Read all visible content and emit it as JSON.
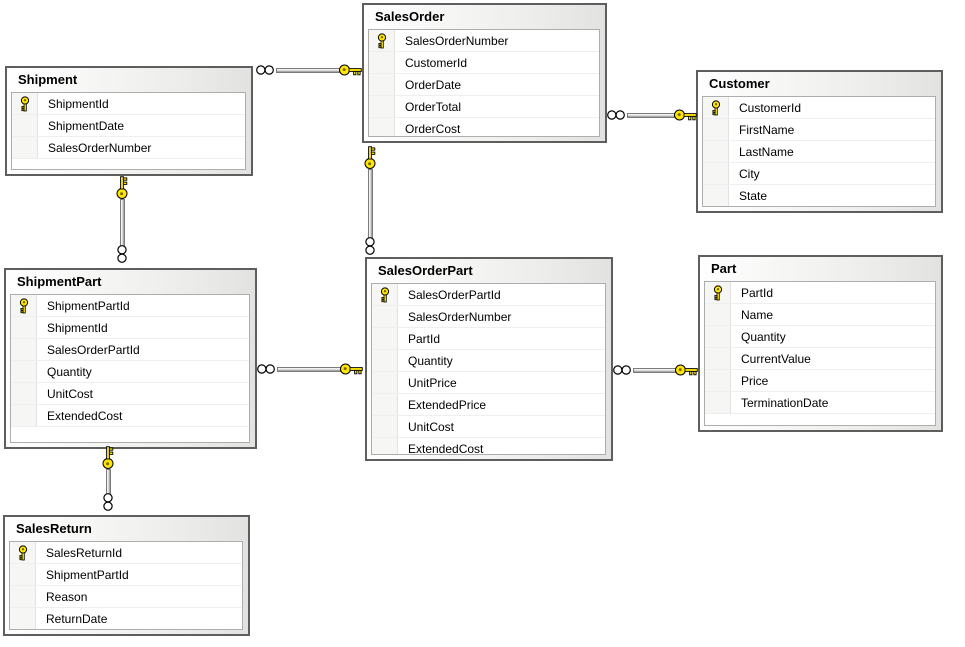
{
  "diagram": {
    "kind": "database-entity-relationship-diagram",
    "tables": {
      "salesOrder": {
        "title": "SalesOrder",
        "primary_key": "SalesOrderNumber",
        "columns": [
          "SalesOrderNumber",
          "CustomerId",
          "OrderDate",
          "OrderTotal",
          "OrderCost"
        ]
      },
      "shipment": {
        "title": "Shipment",
        "primary_key": "ShipmentId",
        "columns": [
          "ShipmentId",
          "ShipmentDate",
          "SalesOrderNumber"
        ]
      },
      "customer": {
        "title": "Customer",
        "primary_key": "CustomerId",
        "columns": [
          "CustomerId",
          "FirstName",
          "LastName",
          "City",
          "State"
        ]
      },
      "shipmentPart": {
        "title": "ShipmentPart",
        "primary_key": "ShipmentPartId",
        "columns": [
          "ShipmentPartId",
          "ShipmentId",
          "SalesOrderPartId",
          "Quantity",
          "UnitCost",
          "ExtendedCost"
        ]
      },
      "salesOrderPart": {
        "title": "SalesOrderPart",
        "primary_key": "SalesOrderPartId",
        "columns": [
          "SalesOrderPartId",
          "SalesOrderNumber",
          "PartId",
          "Quantity",
          "UnitPrice",
          "ExtendedPrice",
          "UnitCost",
          "ExtendedCost"
        ]
      },
      "part": {
        "title": "Part",
        "primary_key": "PartId",
        "columns": [
          "PartId",
          "Name",
          "Quantity",
          "CurrentValue",
          "Price",
          "TerminationDate"
        ]
      },
      "salesReturn": {
        "title": "SalesReturn",
        "primary_key": "SalesReturnId",
        "columns": [
          "SalesReturnId",
          "ShipmentPartId",
          "Reason",
          "ReturnDate"
        ]
      }
    },
    "relationships": [
      {
        "one": "SalesOrder",
        "many": "Shipment",
        "one_end_symbol": "key",
        "many_end_symbol": "infinity"
      },
      {
        "one": "Customer",
        "many": "SalesOrder",
        "one_end_symbol": "key",
        "many_end_symbol": "infinity"
      },
      {
        "one": "SalesOrder",
        "many": "SalesOrderPart",
        "one_end_symbol": "key",
        "many_end_symbol": "infinity"
      },
      {
        "one": "Shipment",
        "many": "ShipmentPart",
        "one_end_symbol": "key",
        "many_end_symbol": "infinity"
      },
      {
        "one": "SalesOrderPart",
        "many": "ShipmentPart",
        "one_end_symbol": "key",
        "many_end_symbol": "infinity"
      },
      {
        "one": "Part",
        "many": "SalesOrderPart",
        "one_end_symbol": "key",
        "many_end_symbol": "infinity"
      },
      {
        "one": "ShipmentPart",
        "many": "SalesReturn",
        "one_end_symbol": "key",
        "many_end_symbol": "infinity"
      }
    ],
    "colors": {
      "table_border": "#5e5e5e",
      "header_gradient_start": "#ffffff",
      "header_gradient_end": "#e2e2e0",
      "body_background": "#ffffff",
      "row_separator": "#efefef",
      "key_column_background": "#f6f6f4",
      "primary_key_icon": "#ffe600",
      "connector_fill": "#d6d6d6",
      "connector_border": "#7b7b7b"
    }
  }
}
